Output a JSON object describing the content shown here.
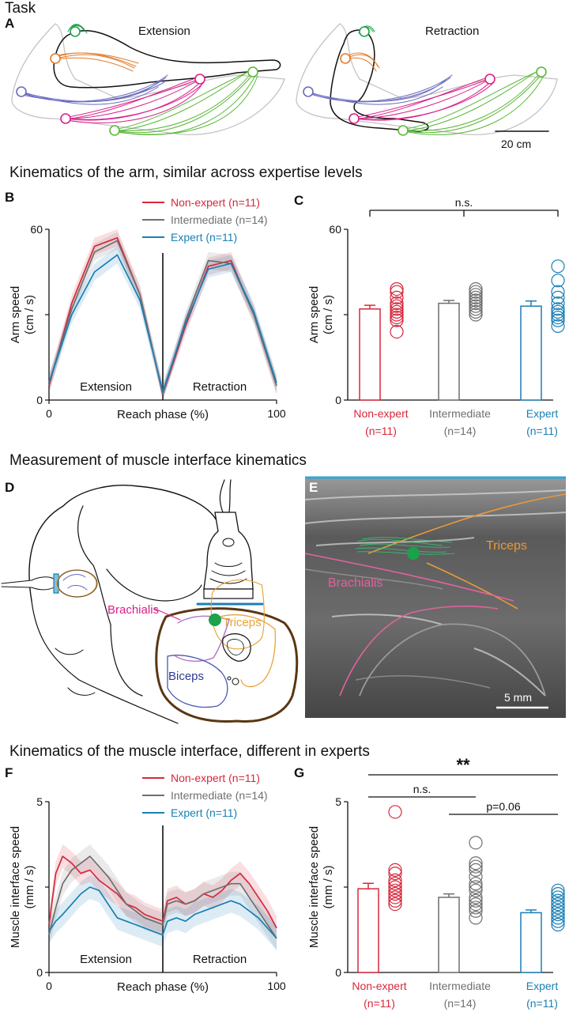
{
  "top_label": "Task",
  "panel_letters": {
    "a": "A",
    "b": "B",
    "c": "C",
    "d": "D",
    "e": "E",
    "f": "F",
    "g": "G"
  },
  "panel_a": {
    "left_title": "Extension",
    "right_title": "Retraction",
    "scale_bar": "20 cm"
  },
  "section_titles": {
    "arm": "Kinematics of the arm, similar across expertise levels",
    "measure": "Measurement of muscle interface kinematics",
    "interface": "Kinematics of the muscle interface, different in experts"
  },
  "panel_d": {
    "brachialis": "Brachialis",
    "triceps": "Triceps",
    "biceps": "Biceps"
  },
  "panel_e": {
    "triceps": "Triceps",
    "brachialis": "Brachialis",
    "scale_bar": "5 mm"
  },
  "colors": {
    "non_expert": "#d6283c",
    "intermediate": "#6f6f6f",
    "expert": "#1a7fb5",
    "green": "#1ca24b",
    "orange": "#e07b2a",
    "purple": "#6a6abf",
    "magenta": "#d9208a",
    "lgreen": "#5cb83a"
  },
  "chart_data": [
    {
      "id": "B",
      "type": "line",
      "xlabel": "Reach phase (%)",
      "ylabel": [
        "Arm speed",
        "(cm / s)"
      ],
      "xlim": [
        0,
        100
      ],
      "ylim": [
        0,
        60
      ],
      "xticks": [
        0,
        100
      ],
      "yticks": [
        0,
        60
      ],
      "phase_labels": [
        "Extension",
        "Retraction"
      ],
      "x": [
        0,
        10,
        20,
        30,
        40,
        50,
        60,
        70,
        80,
        90,
        100
      ],
      "series": [
        {
          "name": "Non-expert (n=11)",
          "values": [
            5,
            34,
            54,
            57,
            37,
            2,
            26,
            47,
            49,
            30,
            5
          ]
        },
        {
          "name": "Intermediate (n=14)",
          "values": [
            6,
            32,
            52,
            56,
            37,
            2,
            28,
            49,
            48,
            30,
            5
          ]
        },
        {
          "name": "Expert (n=11)",
          "values": [
            6,
            30,
            45,
            51,
            35,
            3,
            27,
            46,
            48,
            31,
            6
          ]
        }
      ]
    },
    {
      "id": "C",
      "type": "bar",
      "ylabel": [
        "Arm speed",
        "(cm / s)"
      ],
      "ylim": [
        0,
        60
      ],
      "yticks": [
        0,
        60
      ],
      "categories": [
        [
          "Non-expert",
          "(n=11)"
        ],
        [
          "Intermediate",
          "(n=14)"
        ],
        [
          "Expert",
          "(n=11)"
        ]
      ],
      "values": [
        32,
        34,
        33
      ],
      "errors": [
        1.3,
        1.0,
        1.8
      ],
      "points": [
        [
          24,
          28,
          29,
          30,
          31,
          32,
          33,
          34,
          36,
          38,
          39
        ],
        [
          30,
          31,
          32,
          33,
          34,
          35,
          35,
          36,
          37,
          38,
          39
        ],
        [
          26,
          28,
          29,
          30,
          31,
          32,
          34,
          36,
          38,
          42,
          47
        ]
      ],
      "significance": [
        {
          "from": 0,
          "to": 2,
          "label": "n.s."
        }
      ]
    },
    {
      "id": "F",
      "type": "line",
      "xlabel": "Reach phase (%)",
      "ylabel": [
        "Muscle interface speed",
        "(mm / s)"
      ],
      "xlim": [
        0,
        100
      ],
      "ylim": [
        0,
        5
      ],
      "xticks": [
        0,
        100
      ],
      "yticks": [
        0,
        5
      ],
      "phase_labels": [
        "Extension",
        "Retraction"
      ],
      "x": [
        0,
        3,
        6,
        10,
        14,
        18,
        22,
        26,
        30,
        34,
        38,
        42,
        46,
        50,
        52,
        56,
        60,
        64,
        68,
        72,
        76,
        80,
        84,
        88,
        92,
        96,
        100
      ],
      "series": [
        {
          "name": "Non-expert (n=11)",
          "values": [
            1.4,
            2.9,
            3.4,
            3.2,
            2.9,
            3.0,
            2.7,
            2.5,
            2.3,
            2.0,
            1.9,
            1.7,
            1.6,
            1.5,
            2.1,
            2.2,
            2.0,
            2.1,
            2.3,
            2.2,
            2.4,
            2.7,
            2.9,
            2.6,
            2.2,
            1.8,
            1.3
          ]
        },
        {
          "name": "Intermediate (n=14)",
          "values": [
            1.1,
            1.9,
            2.6,
            3.0,
            3.2,
            3.4,
            3.1,
            2.8,
            2.4,
            2.0,
            1.8,
            1.6,
            1.5,
            1.4,
            2.0,
            2.1,
            2.0,
            2.1,
            2.3,
            2.4,
            2.5,
            2.6,
            2.6,
            2.2,
            1.8,
            1.4,
            1.0
          ]
        },
        {
          "name": "Expert (n=11)",
          "values": [
            1.2,
            1.5,
            1.7,
            2.0,
            2.3,
            2.5,
            2.4,
            2.0,
            1.6,
            1.5,
            1.4,
            1.3,
            1.2,
            1.1,
            1.5,
            1.6,
            1.5,
            1.7,
            1.8,
            1.9,
            2.0,
            2.1,
            2.0,
            1.8,
            1.6,
            1.3,
            1.0
          ]
        }
      ]
    },
    {
      "id": "G",
      "type": "bar",
      "ylabel": [
        "Muscle interface speed",
        "(mm / s)"
      ],
      "ylim": [
        0,
        5
      ],
      "yticks": [
        0,
        5
      ],
      "categories": [
        [
          "Non-expert",
          "(n=11)"
        ],
        [
          "Intermediate",
          "(n=14)"
        ],
        [
          "Expert",
          "(n=11)"
        ]
      ],
      "values": [
        2.45,
        2.2,
        1.75
      ],
      "errors": [
        0.16,
        0.1,
        0.08
      ],
      "points": [
        [
          2.0,
          2.1,
          2.2,
          2.3,
          2.4,
          2.5,
          2.6,
          2.7,
          2.9,
          3.0,
          4.7
        ],
        [
          1.6,
          1.8,
          1.9,
          2.0,
          2.1,
          2.2,
          2.4,
          2.5,
          2.6,
          2.8,
          3.0,
          3.1,
          3.2,
          3.8
        ],
        [
          1.4,
          1.5,
          1.6,
          1.7,
          1.8,
          1.9,
          2.0,
          2.1,
          2.2,
          2.3,
          2.4
        ]
      ],
      "significance": [
        {
          "from": 0,
          "to": 1,
          "label": "n.s."
        },
        {
          "from": 1,
          "to": 2,
          "label": "p=0.06"
        },
        {
          "from": 0,
          "to": 2,
          "label": "**"
        }
      ]
    }
  ]
}
